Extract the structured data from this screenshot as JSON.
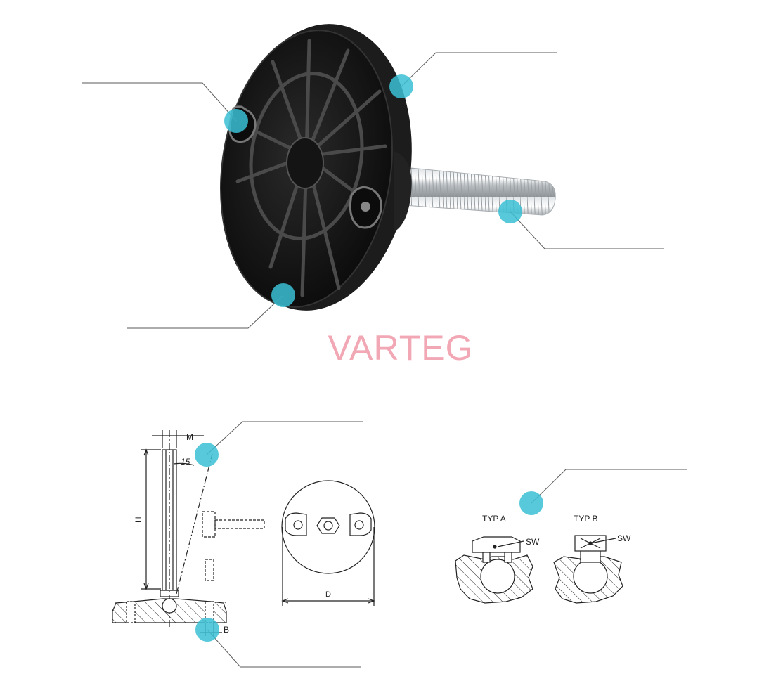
{
  "watermark": {
    "text": "VARTEG",
    "color": "#f2a7b5"
  },
  "callout_color": "#39c0d4",
  "leader_color": "#5a5a5a",
  "drawing_labels": {
    "m": "M",
    "angle": "15",
    "h": "H",
    "d": "D",
    "b": "B",
    "typ_a": "TYP A",
    "typ_b": "TYP B",
    "sw_a": "SW",
    "sw_b": "SW"
  },
  "callouts": [
    {
      "id": "slot-hole",
      "icon": "callout-dot"
    },
    {
      "id": "rim",
      "icon": "callout-dot"
    },
    {
      "id": "thread",
      "icon": "callout-dot"
    },
    {
      "id": "base",
      "icon": "callout-dot"
    },
    {
      "id": "tilt-angle",
      "icon": "callout-dot"
    },
    {
      "id": "ball-joint",
      "icon": "callout-dot"
    },
    {
      "id": "mount-hole",
      "icon": "callout-dot"
    }
  ]
}
